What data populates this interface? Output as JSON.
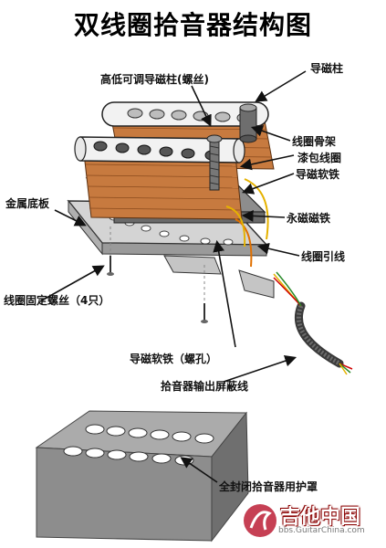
{
  "title": "双线圈拾音器结构图",
  "labels": {
    "adjustable_pole": "高低可调导磁柱(螺丝)",
    "pole_piece": "导磁柱",
    "bobbin": "线圈骨架",
    "enamel_coil": "漆包线圈",
    "soft_iron_top": "导磁软铁",
    "baseplate": "金属底板",
    "magnet": "永磁磁铁",
    "coil_leads": "线圈引线",
    "coil_screws": "线圈固定螺丝（4只）",
    "soft_iron_hole": "导磁软铁（螺孔）",
    "shielded_cable": "拾音器输出屏蔽线",
    "cover": "全封闭拾音器用护罩"
  },
  "watermark": {
    "site_name": "吉他中国",
    "url": "bbs.GuitarChina.com"
  },
  "colors": {
    "coil": "#c77a3f",
    "bobbin": "#f2f2f2",
    "metal": "#c8c8c8",
    "cover": "#8d8d8d",
    "watermark": "#b3001b"
  }
}
